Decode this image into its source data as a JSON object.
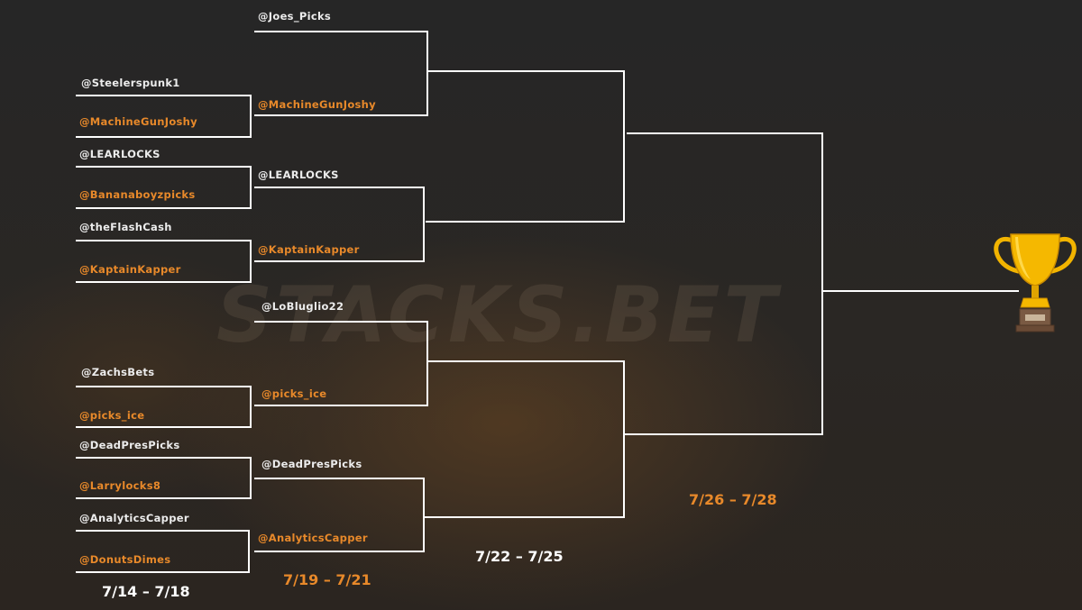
{
  "colors": {
    "background": "#262626",
    "line": "#ffffff",
    "accent": "#e8892a",
    "text": "#ececec"
  },
  "watermark": "STACKS.BET",
  "rounds": {
    "round1": {
      "date": "7/14 – 7/18",
      "entrants": [
        "@Steelerspunk1",
        "@MachineGunJoshy",
        "@LEARLOCKS",
        "@Bananaboyzpicks",
        "@theFlashCash",
        "@KaptainKapper",
        "@ZachsBets",
        "@picks_ice",
        "@DeadPresPicks",
        "@Larrylocks8",
        "@AnalyticsCapper",
        "@DonutsDimes"
      ]
    },
    "round2": {
      "date": "7/19 – 7/21",
      "entrants": [
        "@Joes_Picks",
        "@MachineGunJoshy",
        "@LEARLOCKS",
        "@KaptainKapper",
        "@LoBluglio22",
        "@picks_ice",
        "@DeadPresPicks",
        "@AnalyticsCapper"
      ]
    },
    "round3": {
      "date": "7/22 – 7/25"
    },
    "round4": {
      "date": "7/26 – 7/28"
    }
  },
  "icons": {
    "trophy": "trophy-icon"
  }
}
